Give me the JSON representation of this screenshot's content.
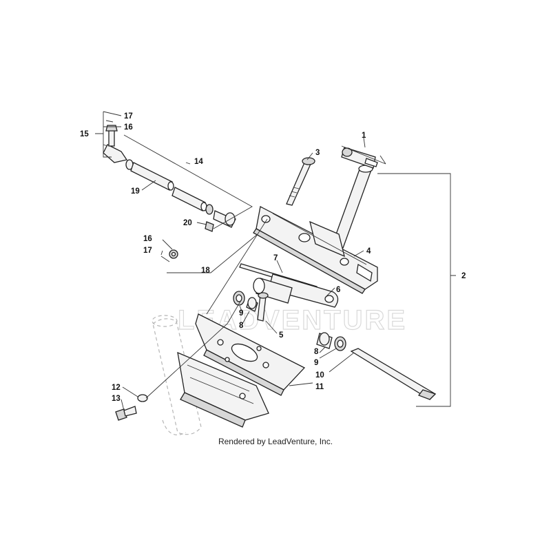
{
  "diagram": {
    "credit": "Rendered by LeadVenture, Inc.",
    "watermark": "LEADVENTURE",
    "callouts": {
      "c1": "1",
      "c2": "2",
      "c3": "3",
      "c4": "4",
      "c5": "5",
      "c6": "6",
      "c7": "7",
      "c8a": "8",
      "c8b": "8",
      "c9a": "9",
      "c9b": "9",
      "c10": "10",
      "c11": "11",
      "c12": "12",
      "c13": "13",
      "c14": "14",
      "c15": "15",
      "c16a": "16",
      "c16b": "16",
      "c17a": "17",
      "c17b": "17",
      "c18": "18",
      "c19": "19",
      "c20": "20"
    }
  }
}
